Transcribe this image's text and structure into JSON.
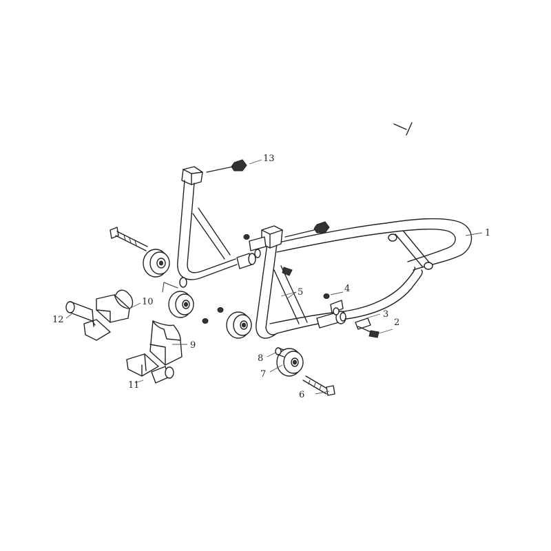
{
  "diagram": {
    "callouts": [
      {
        "id": "p1",
        "label": "1"
      },
      {
        "id": "p2",
        "label": "2"
      },
      {
        "id": "p3",
        "label": "3"
      },
      {
        "id": "p4",
        "label": "4"
      },
      {
        "id": "p5",
        "label": "5"
      },
      {
        "id": "p6",
        "label": "6"
      },
      {
        "id": "p7",
        "label": "7"
      },
      {
        "id": "p8",
        "label": "8"
      },
      {
        "id": "p9",
        "label": "9"
      },
      {
        "id": "p10",
        "label": "10"
      },
      {
        "id": "p11",
        "label": "11"
      },
      {
        "id": "p12",
        "label": "12"
      },
      {
        "id": "p13",
        "label": "13"
      }
    ]
  }
}
